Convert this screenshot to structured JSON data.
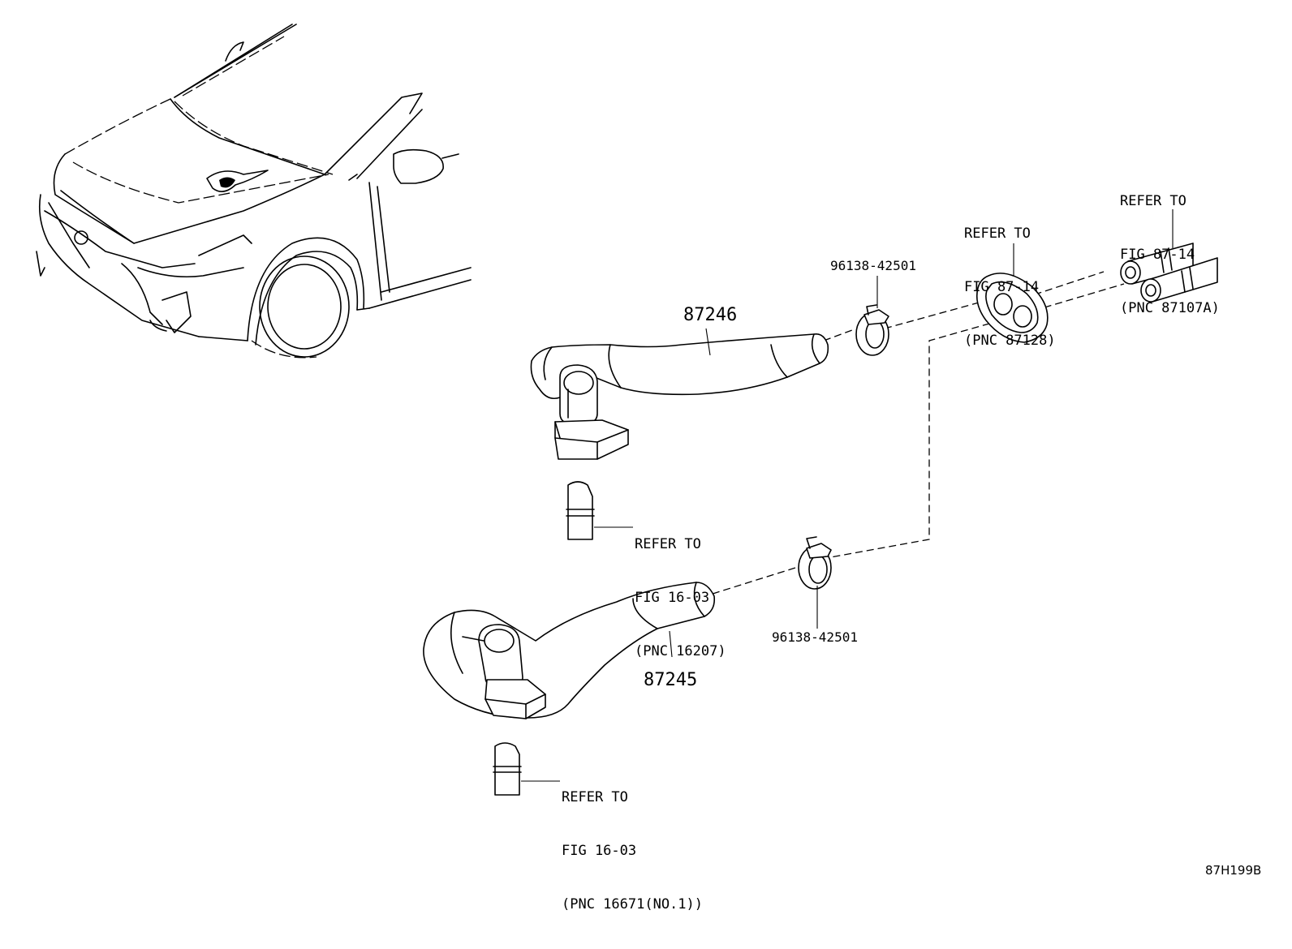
{
  "diagram": {
    "parts": {
      "hose_upper": "87246",
      "hose_lower": "87245",
      "clamp_upper": "96138-42501",
      "clamp_lower": "96138-42501"
    },
    "references": {
      "grommet": [
        "REFER TO",
        "FIG 87-14",
        "(PNC 87128)"
      ],
      "heater_pipes": [
        "REFER TO",
        "FIG 87-14",
        "(PNC 87107A)"
      ],
      "upper_pipe": [
        "REFER TO",
        "FIG 16-03",
        "(PNC 16207)"
      ],
      "lower_pipe": [
        "REFER TO",
        "FIG 16-03",
        "(PNC 16671(NO.1))"
      ]
    },
    "figure_code": "87H199B"
  }
}
